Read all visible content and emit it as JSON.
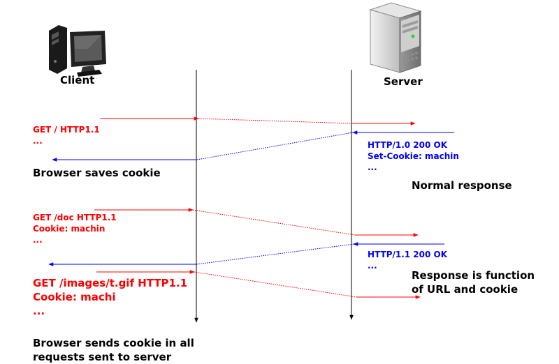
{
  "labels": {
    "client": "Client",
    "server": "Server"
  },
  "exchange1": {
    "request_lines": [
      "GET / HTTP1.1",
      "..."
    ],
    "response_lines": [
      "HTTP/1.0 200 OK",
      "Set-Cookie: machin",
      "..."
    ],
    "client_note": "Browser saves  cookie",
    "server_note": "Normal response"
  },
  "exchange2": {
    "request_lines": [
      "GET /doc HTTP1.1",
      "Cookie: machin",
      "..."
    ],
    "response_lines": [
      "HTTP/1.1 200 OK",
      "..."
    ],
    "server_note_lines": [
      "Response is function",
      "of URL and cookie"
    ]
  },
  "exchange3": {
    "request_lines": [
      "GET /images/t.gif HTTP1.1",
      "Cookie: machi",
      "..."
    ]
  },
  "footer_lines": [
    "Browser sends cookie in all",
    "requests sent to server"
  ],
  "colors": {
    "request": "#ff0000",
    "response": "#0000ff",
    "lifeline": "#000000"
  },
  "icons": {
    "client": "desktop-computer-icon",
    "server": "server-tower-icon"
  }
}
